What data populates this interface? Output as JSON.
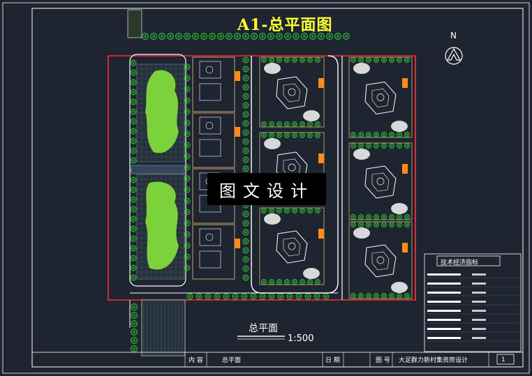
{
  "drawing": {
    "title": "A1-总平面图",
    "watermark": "图文设计",
    "scale_label": "总平面",
    "scale_ratio": "1:500",
    "north": "N",
    "legend_title": "技术经济指标"
  },
  "title_block": {
    "content_label": "内 容",
    "content_value": "总平面",
    "date_label": "日 期",
    "drawing_label": "图 号",
    "project": "大足群力新村集资房设计",
    "sheet": "1"
  },
  "colors": {
    "background": "#1e2430",
    "site_boundary": "#ff2b2b",
    "road": "#ffffff",
    "building_outline": "#c8a070",
    "lawn": "#7cd23a",
    "tree": "#33cc33",
    "title": "#ffff33",
    "entrance": "#ff8c1a"
  }
}
